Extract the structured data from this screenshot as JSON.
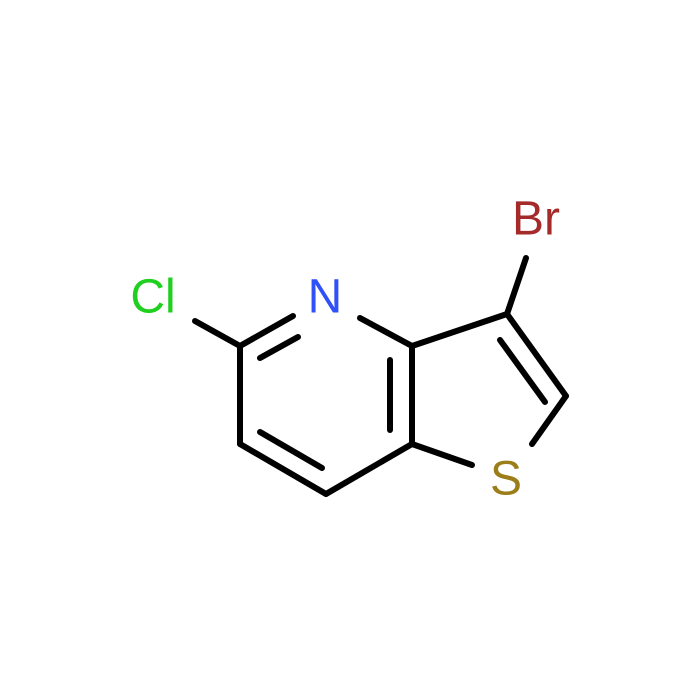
{
  "molecule": {
    "atoms": {
      "bromine": {
        "symbol": "Br",
        "color": "#a52a2a"
      },
      "nitrogen": {
        "symbol": "N",
        "color": "#3050f8"
      },
      "chlorine": {
        "symbol": "Cl",
        "color": "#1fd01f"
      },
      "sulfur": {
        "symbol": "S",
        "color": "#9b7d1a"
      }
    },
    "bond_color": "#000000"
  }
}
